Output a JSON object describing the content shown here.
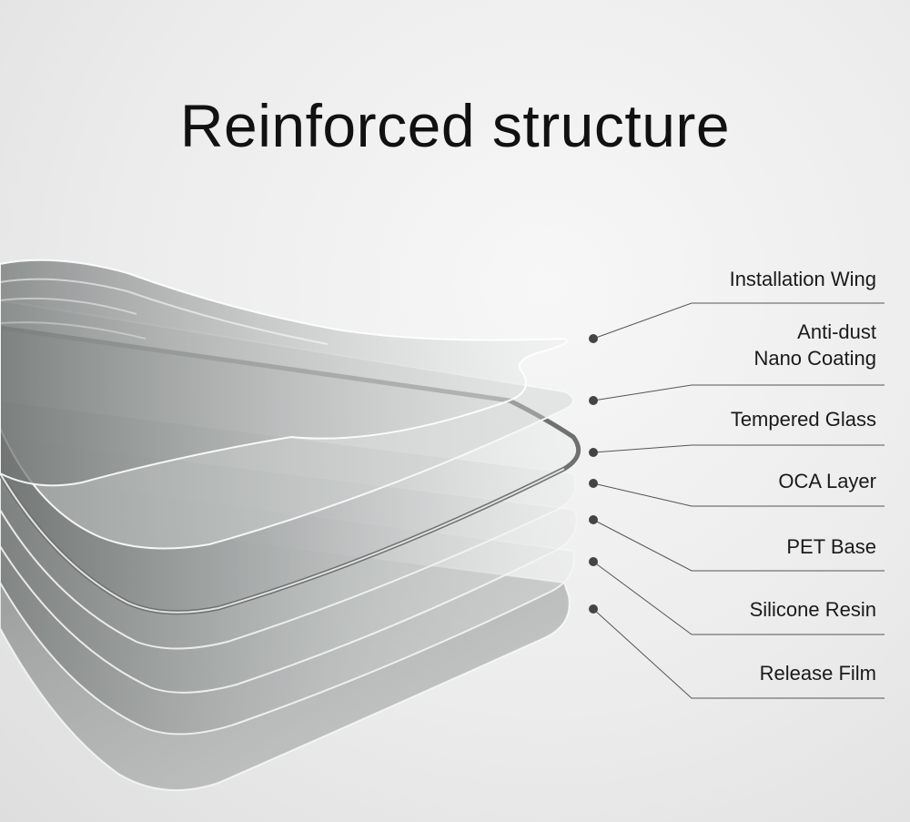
{
  "title": "Reinforced structure",
  "layers": [
    {
      "label": "Installation Wing"
    },
    {
      "label": "Anti-dust\nNano Coating"
    },
    {
      "label": "Tempered Glass"
    },
    {
      "label": "OCA Layer"
    },
    {
      "label": "PET Base"
    },
    {
      "label": "Silicone Resin"
    },
    {
      "label": "Release Film"
    }
  ]
}
